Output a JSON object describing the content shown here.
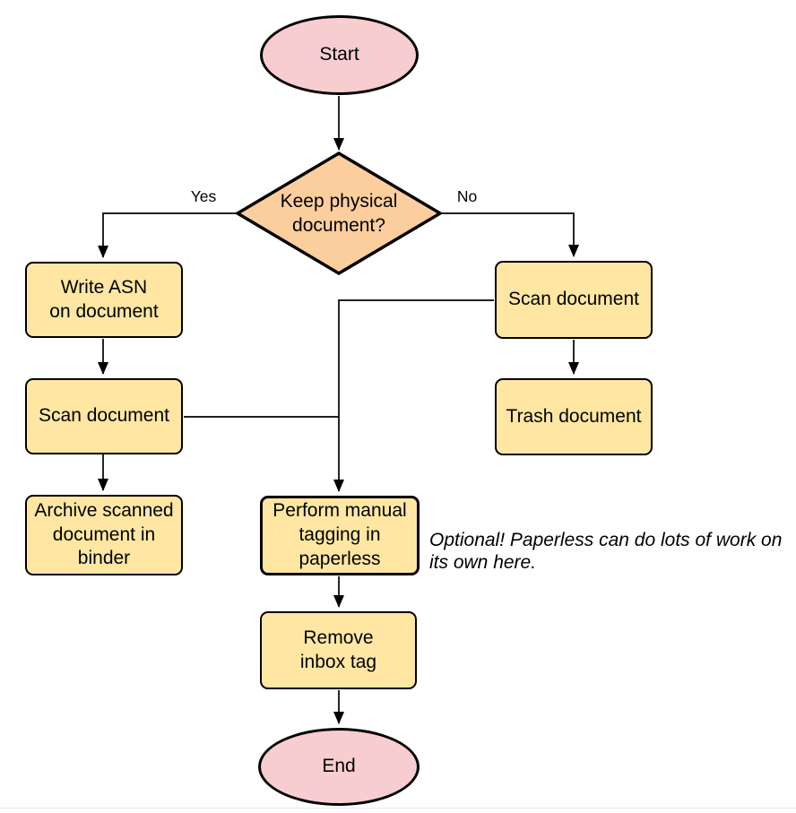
{
  "diagram": {
    "type": "flowchart",
    "colors": {
      "terminal_fill": "#f8cdd0",
      "decision_fill": "#fcce9e",
      "process_fill": "#ffe7a3",
      "stroke": "#000000",
      "text": "#000000",
      "bottom_divider": "#e9e9e9"
    },
    "nodes": {
      "start": {
        "label": "Start",
        "shape": "ellipse"
      },
      "decision": {
        "label": "Keep physical\ndocument?",
        "shape": "diamond"
      },
      "write_asn": {
        "label": "Write ASN\non document",
        "shape": "process"
      },
      "scan_left": {
        "label": "Scan document",
        "shape": "process"
      },
      "archive": {
        "label": "Archive scanned\ndocument in\nbinder",
        "shape": "process"
      },
      "scan_right": {
        "label": "Scan document",
        "shape": "process"
      },
      "trash": {
        "label": "Trash document",
        "shape": "process"
      },
      "tagging": {
        "label": "Perform manual\ntagging in\npaperless",
        "shape": "process"
      },
      "remove_inbox": {
        "label": "Remove\ninbox tag",
        "shape": "process"
      },
      "end": {
        "label": "End",
        "shape": "ellipse"
      }
    },
    "edge_labels": {
      "yes": "Yes",
      "no": "No"
    },
    "annotation": {
      "text": "Optional! Paperless can do lots of work on\nits own here."
    },
    "edges": [
      "start -> decision",
      "decision -> write_asn (Yes)",
      "decision -> scan_right (No)",
      "write_asn -> scan_left",
      "scan_left -> archive",
      "scan_left -> tagging",
      "scan_right -> trash",
      "scan_right -> tagging",
      "tagging -> remove_inbox",
      "remove_inbox -> end"
    ]
  }
}
